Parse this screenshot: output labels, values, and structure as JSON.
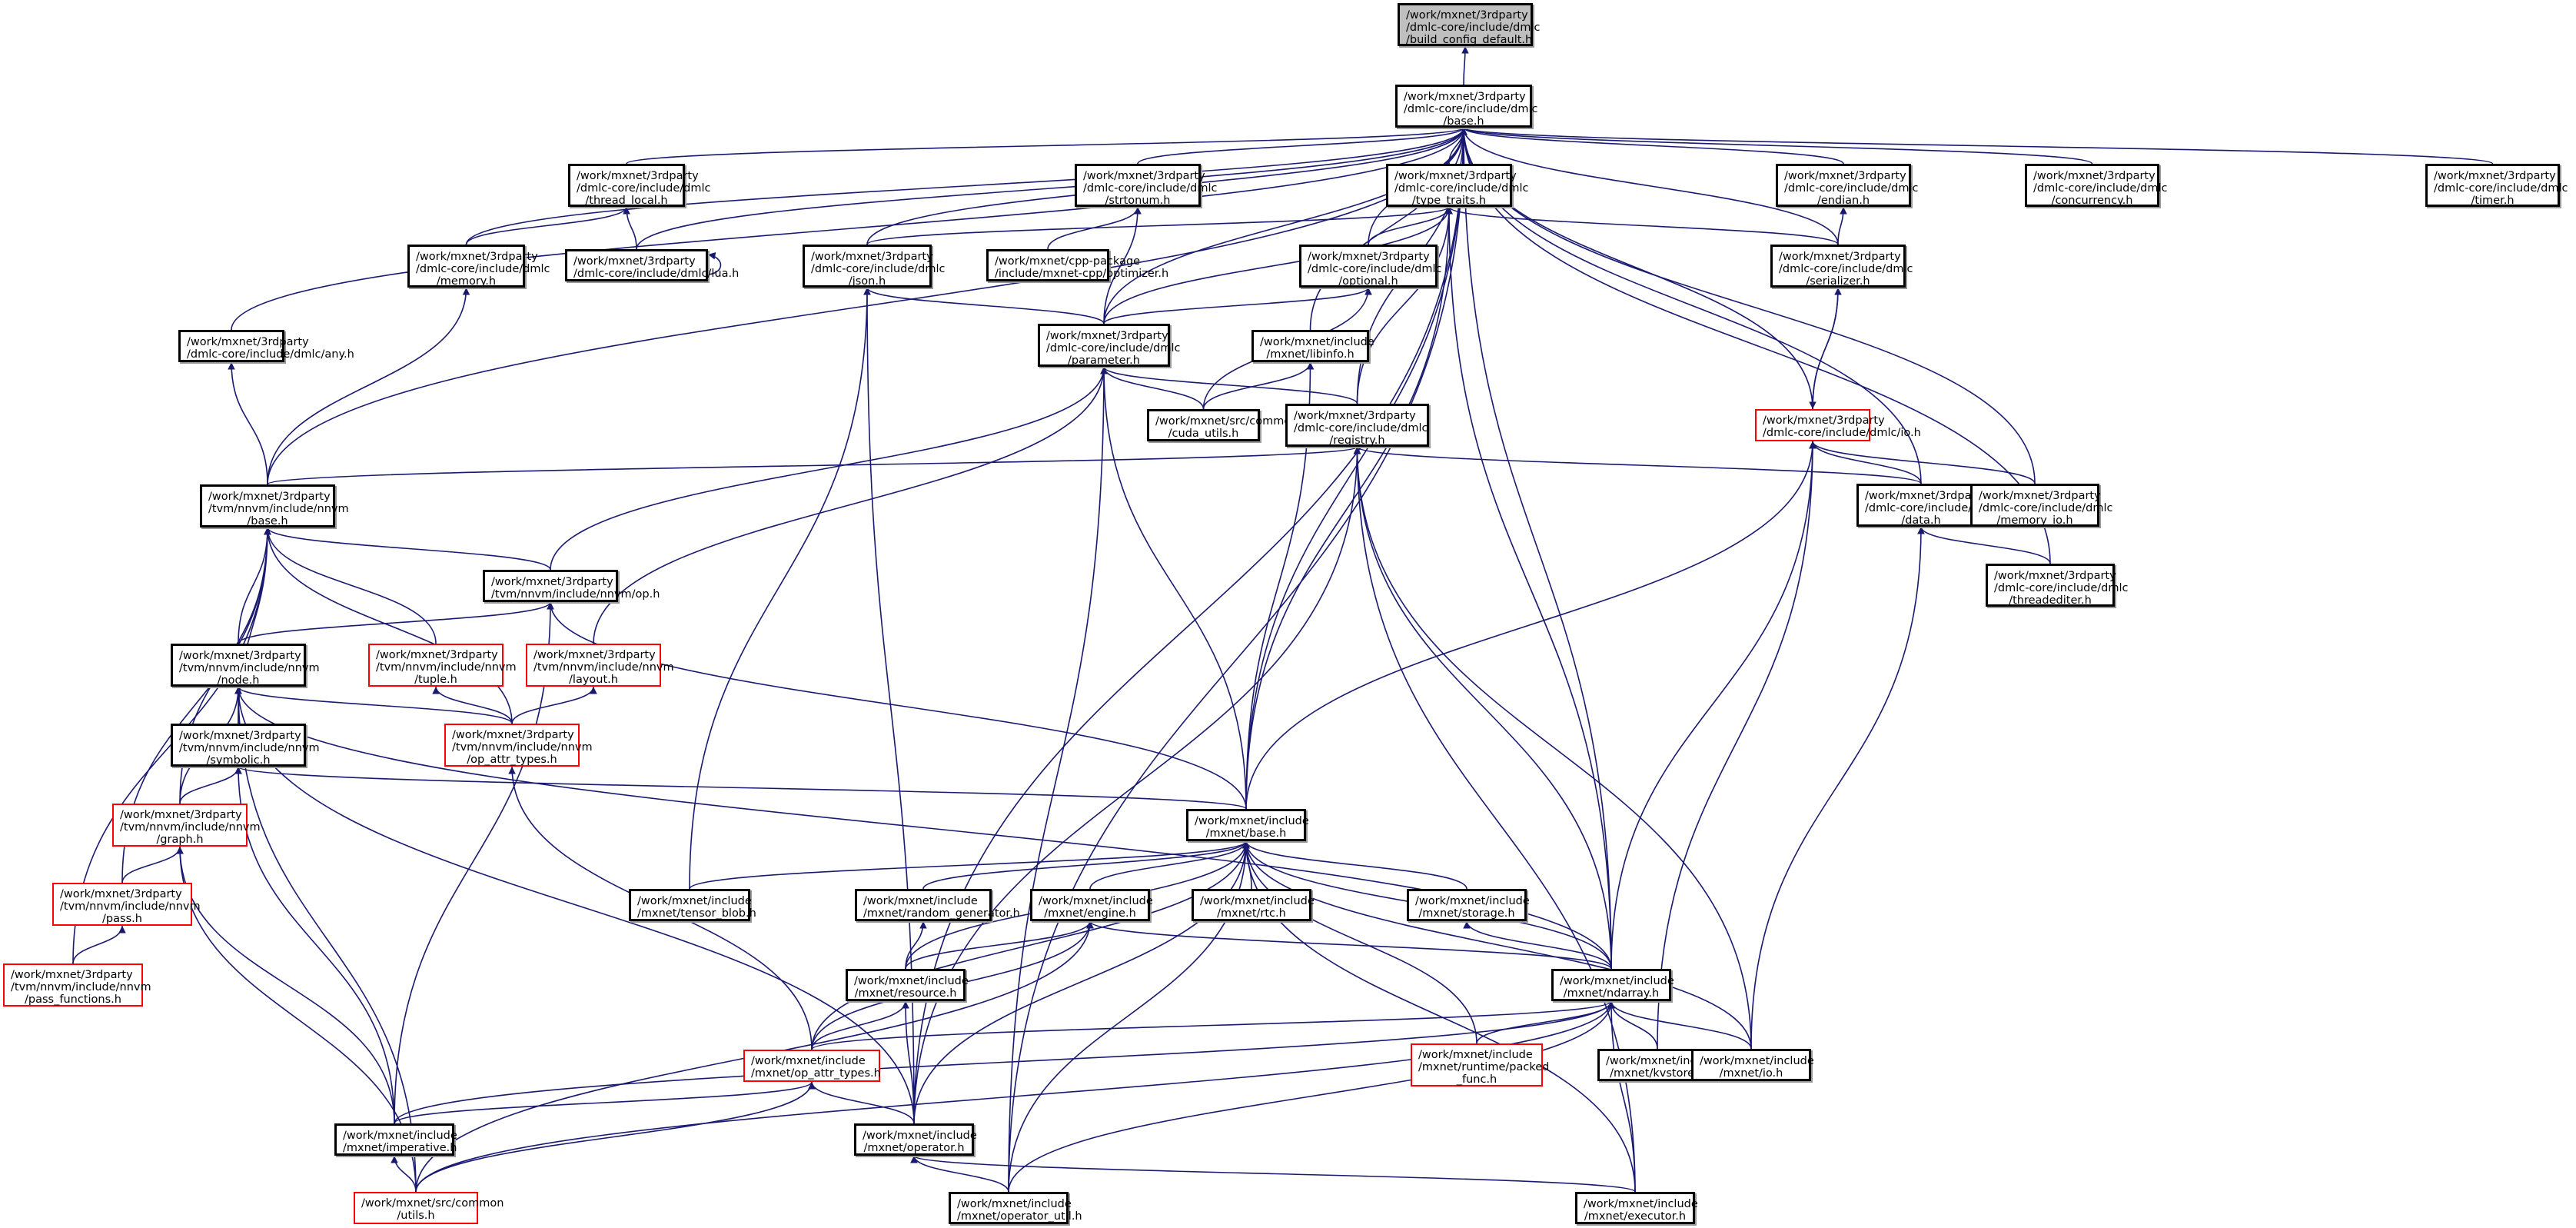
{
  "diagram": {
    "title": "Include dependency graph for build_config_default.h",
    "colors": {
      "edge": "#191970",
      "node_border": "#000000",
      "incomplete_node_border": "#ff0000",
      "root_fill": "#bfbfbf",
      "node_fill": "#ffffff"
    },
    "nodes": [
      {
        "id": "build_config_default",
        "lines": [
          "/work/mxnet/3rdparty",
          "/dmlc-core/include/dmlc",
          "/build_config_default.h"
        ],
        "root": true
      },
      {
        "id": "dmlc_base",
        "lines": [
          "/work/mxnet/3rdparty",
          "/dmlc-core/include/dmlc",
          "/base.h"
        ]
      },
      {
        "id": "thread_local",
        "lines": [
          "/work/mxnet/3rdparty",
          "/dmlc-core/include/dmlc",
          "/thread_local.h"
        ]
      },
      {
        "id": "strtonum",
        "lines": [
          "/work/mxnet/3rdparty",
          "/dmlc-core/include/dmlc",
          "/strtonum.h"
        ]
      },
      {
        "id": "type_traits",
        "lines": [
          "/work/mxnet/3rdparty",
          "/dmlc-core/include/dmlc",
          "/type_traits.h"
        ]
      },
      {
        "id": "endian",
        "lines": [
          "/work/mxnet/3rdparty",
          "/dmlc-core/include/dmlc",
          "/endian.h"
        ]
      },
      {
        "id": "concurrency",
        "lines": [
          "/work/mxnet/3rdparty",
          "/dmlc-core/include/dmlc",
          "/concurrency.h"
        ]
      },
      {
        "id": "timer",
        "lines": [
          "/work/mxnet/3rdparty",
          "/dmlc-core/include/dmlc",
          "/timer.h"
        ]
      },
      {
        "id": "memory",
        "lines": [
          "/work/mxnet/3rdparty",
          "/dmlc-core/include/dmlc",
          "/memory.h"
        ]
      },
      {
        "id": "lua",
        "lines": [
          "/work/mxnet/3rdparty",
          "/dmlc-core/include/dmlc/lua.h"
        ]
      },
      {
        "id": "json",
        "lines": [
          "/work/mxnet/3rdparty",
          "/dmlc-core/include/dmlc",
          "/json.h"
        ]
      },
      {
        "id": "optimizer",
        "lines": [
          "/work/mxnet/cpp-package",
          "/include/mxnet-cpp/optimizer.h"
        ]
      },
      {
        "id": "optional",
        "lines": [
          "/work/mxnet/3rdparty",
          "/dmlc-core/include/dmlc",
          "/optional.h"
        ]
      },
      {
        "id": "serializer",
        "lines": [
          "/work/mxnet/3rdparty",
          "/dmlc-core/include/dmlc",
          "/serializer.h"
        ]
      },
      {
        "id": "any",
        "lines": [
          "/work/mxnet/3rdparty",
          "/dmlc-core/include/dmlc/any.h"
        ]
      },
      {
        "id": "parameter",
        "lines": [
          "/work/mxnet/3rdparty",
          "/dmlc-core/include/dmlc",
          "/parameter.h"
        ]
      },
      {
        "id": "libinfo",
        "lines": [
          "/work/mxnet/include",
          "/mxnet/libinfo.h"
        ]
      },
      {
        "id": "cuda_utils",
        "lines": [
          "/work/mxnet/src/common",
          "/cuda_utils.h"
        ]
      },
      {
        "id": "registry",
        "lines": [
          "/work/mxnet/3rdparty",
          "/dmlc-core/include/dmlc",
          "/registry.h"
        ]
      },
      {
        "id": "dmlc_io",
        "lines": [
          "/work/mxnet/3rdparty",
          "/dmlc-core/include/dmlc/io.h"
        ],
        "incomplete": true
      },
      {
        "id": "nnvm_base",
        "lines": [
          "/work/mxnet/3rdparty",
          "/tvm/nnvm/include/nnvm",
          "/base.h"
        ]
      },
      {
        "id": "data",
        "lines": [
          "/work/mxnet/3rdparty",
          "/dmlc-core/include/dmlc",
          "/data.h"
        ]
      },
      {
        "id": "memory_io",
        "lines": [
          "/work/mxnet/3rdparty",
          "/dmlc-core/include/dmlc",
          "/memory_io.h"
        ]
      },
      {
        "id": "nnvm_op",
        "lines": [
          "/work/mxnet/3rdparty",
          "/tvm/nnvm/include/nnvm/op.h"
        ]
      },
      {
        "id": "threadediter",
        "lines": [
          "/work/mxnet/3rdparty",
          "/dmlc-core/include/dmlc",
          "/threadediter.h"
        ]
      },
      {
        "id": "nnvm_node",
        "lines": [
          "/work/mxnet/3rdparty",
          "/tvm/nnvm/include/nnvm",
          "/node.h"
        ]
      },
      {
        "id": "nnvm_tuple",
        "lines": [
          "/work/mxnet/3rdparty",
          "/tvm/nnvm/include/nnvm",
          "/tuple.h"
        ],
        "incomplete": true
      },
      {
        "id": "nnvm_layout",
        "lines": [
          "/work/mxnet/3rdparty",
          "/tvm/nnvm/include/nnvm",
          "/layout.h"
        ],
        "incomplete": true
      },
      {
        "id": "nnvm_symbolic",
        "lines": [
          "/work/mxnet/3rdparty",
          "/tvm/nnvm/include/nnvm",
          "/symbolic.h"
        ]
      },
      {
        "id": "nnvm_op_attr_types",
        "lines": [
          "/work/mxnet/3rdparty",
          "/tvm/nnvm/include/nnvm",
          "/op_attr_types.h"
        ],
        "incomplete": true
      },
      {
        "id": "nnvm_graph",
        "lines": [
          "/work/mxnet/3rdparty",
          "/tvm/nnvm/include/nnvm",
          "/graph.h"
        ],
        "incomplete": true
      },
      {
        "id": "mxnet_base",
        "lines": [
          "/work/mxnet/include",
          "/mxnet/base.h"
        ]
      },
      {
        "id": "nnvm_pass",
        "lines": [
          "/work/mxnet/3rdparty",
          "/tvm/nnvm/include/nnvm",
          "/pass.h"
        ],
        "incomplete": true
      },
      {
        "id": "tensor_blob",
        "lines": [
          "/work/mxnet/include",
          "/mxnet/tensor_blob.h"
        ]
      },
      {
        "id": "random_generator",
        "lines": [
          "/work/mxnet/include",
          "/mxnet/random_generator.h"
        ]
      },
      {
        "id": "engine",
        "lines": [
          "/work/mxnet/include",
          "/mxnet/engine.h"
        ]
      },
      {
        "id": "rtc",
        "lines": [
          "/work/mxnet/include",
          "/mxnet/rtc.h"
        ]
      },
      {
        "id": "storage",
        "lines": [
          "/work/mxnet/include",
          "/mxnet/storage.h"
        ]
      },
      {
        "id": "pass_functions",
        "lines": [
          "/work/mxnet/3rdparty",
          "/tvm/nnvm/include/nnvm",
          "/pass_functions.h"
        ],
        "incomplete": true
      },
      {
        "id": "resource",
        "lines": [
          "/work/mxnet/include",
          "/mxnet/resource.h"
        ]
      },
      {
        "id": "ndarray",
        "lines": [
          "/work/mxnet/include",
          "/mxnet/ndarray.h"
        ]
      },
      {
        "id": "op_attr_types",
        "lines": [
          "/work/mxnet/include",
          "/mxnet/op_attr_types.h"
        ],
        "incomplete": true
      },
      {
        "id": "packed_func",
        "lines": [
          "/work/mxnet/include",
          "/mxnet/runtime/packed",
          "_func.h"
        ],
        "incomplete": true
      },
      {
        "id": "kvstore",
        "lines": [
          "/work/mxnet/include",
          "/mxnet/kvstore.h"
        ]
      },
      {
        "id": "mxnet_io",
        "lines": [
          "/work/mxnet/include",
          "/mxnet/io.h"
        ]
      },
      {
        "id": "imperative",
        "lines": [
          "/work/mxnet/include",
          "/mxnet/imperative.h"
        ]
      },
      {
        "id": "operator",
        "lines": [
          "/work/mxnet/include",
          "/mxnet/operator.h"
        ]
      },
      {
        "id": "utils",
        "lines": [
          "/work/mxnet/src/common",
          "/utils.h"
        ],
        "incomplete": true
      },
      {
        "id": "operator_util",
        "lines": [
          "/work/mxnet/include",
          "/mxnet/operator_util.h"
        ]
      },
      {
        "id": "executor",
        "lines": [
          "/work/mxnet/include",
          "/mxnet/executor.h"
        ]
      }
    ],
    "edges": [
      [
        "dmlc_base",
        "build_config_default"
      ],
      [
        "thread_local",
        "dmlc_base"
      ],
      [
        "strtonum",
        "dmlc_base"
      ],
      [
        "type_traits",
        "dmlc_base"
      ],
      [
        "endian",
        "dmlc_base"
      ],
      [
        "concurrency",
        "dmlc_base"
      ],
      [
        "timer",
        "dmlc_base"
      ],
      [
        "memory",
        "dmlc_base"
      ],
      [
        "lua",
        "dmlc_base"
      ],
      [
        "json",
        "dmlc_base"
      ],
      [
        "optional",
        "dmlc_base"
      ],
      [
        "serializer",
        "dmlc_base"
      ],
      [
        "any",
        "dmlc_base"
      ],
      [
        "parameter",
        "dmlc_base"
      ],
      [
        "libinfo",
        "dmlc_base"
      ],
      [
        "registry",
        "dmlc_base"
      ],
      [
        "dmlc_io",
        "dmlc_base"
      ],
      [
        "nnvm_base",
        "dmlc_base"
      ],
      [
        "data",
        "dmlc_base"
      ],
      [
        "memory_io",
        "dmlc_base"
      ],
      [
        "threadediter",
        "dmlc_base"
      ],
      [
        "mxnet_base",
        "dmlc_base"
      ],
      [
        "ndarray",
        "dmlc_base"
      ],
      [
        "operator",
        "dmlc_base"
      ],
      [
        "operator_util",
        "dmlc_base"
      ],
      [
        "memory",
        "thread_local"
      ],
      [
        "lua",
        "thread_local"
      ],
      [
        "lua",
        "lua"
      ],
      [
        "optimizer",
        "strtonum"
      ],
      [
        "parameter",
        "strtonum"
      ],
      [
        "json",
        "type_traits"
      ],
      [
        "optional",
        "type_traits"
      ],
      [
        "serializer",
        "type_traits"
      ],
      [
        "parameter",
        "type_traits"
      ],
      [
        "registry",
        "type_traits"
      ],
      [
        "mxnet_base",
        "type_traits"
      ],
      [
        "ndarray",
        "type_traits"
      ],
      [
        "serializer",
        "endian"
      ],
      [
        "nnvm_base",
        "memory"
      ],
      [
        "nnvm_base",
        "any"
      ],
      [
        "parameter",
        "json"
      ],
      [
        "tensor_blob",
        "json"
      ],
      [
        "operator",
        "json"
      ],
      [
        "parameter",
        "optional"
      ],
      [
        "cuda_utils",
        "optional"
      ],
      [
        "dmlc_io",
        "serializer"
      ],
      [
        "serializer",
        "dmlc_io"
      ],
      [
        "cuda_utils",
        "parameter"
      ],
      [
        "registry",
        "parameter"
      ],
      [
        "nnvm_op",
        "parameter"
      ],
      [
        "nnvm_layout",
        "parameter"
      ],
      [
        "mxnet_base",
        "parameter"
      ],
      [
        "operator_util",
        "parameter"
      ],
      [
        "cuda_utils",
        "libinfo"
      ],
      [
        "mxnet_base",
        "libinfo"
      ],
      [
        "nnvm_base",
        "registry"
      ],
      [
        "data",
        "registry"
      ],
      [
        "ndarray",
        "registry"
      ],
      [
        "operator",
        "registry"
      ],
      [
        "mxnet_io",
        "registry"
      ],
      [
        "executor",
        "registry"
      ],
      [
        "data",
        "dmlc_io"
      ],
      [
        "memory_io",
        "dmlc_io"
      ],
      [
        "mxnet_base",
        "dmlc_io"
      ],
      [
        "ndarray",
        "dmlc_io"
      ],
      [
        "kvstore",
        "dmlc_io"
      ],
      [
        "threadediter",
        "data"
      ],
      [
        "mxnet_io",
        "data"
      ],
      [
        "nnvm_op",
        "nnvm_base"
      ],
      [
        "nnvm_node",
        "nnvm_base"
      ],
      [
        "nnvm_tuple",
        "nnvm_base"
      ],
      [
        "nnvm_symbolic",
        "nnvm_base"
      ],
      [
        "nnvm_op_attr_types",
        "nnvm_base"
      ],
      [
        "nnvm_graph",
        "nnvm_base"
      ],
      [
        "nnvm_pass",
        "nnvm_base"
      ],
      [
        "pass_functions",
        "nnvm_base"
      ],
      [
        "nnvm_node",
        "nnvm_op"
      ],
      [
        "mxnet_base",
        "nnvm_op"
      ],
      [
        "imperative",
        "nnvm_op"
      ],
      [
        "nnvm_symbolic",
        "nnvm_node"
      ],
      [
        "nnvm_graph",
        "nnvm_node"
      ],
      [
        "nnvm_op_attr_types",
        "nnvm_node"
      ],
      [
        "ndarray",
        "nnvm_node"
      ],
      [
        "operator",
        "nnvm_node"
      ],
      [
        "utils",
        "nnvm_node"
      ],
      [
        "nnvm_op_attr_types",
        "nnvm_tuple"
      ],
      [
        "nnvm_op_attr_types",
        "nnvm_layout"
      ],
      [
        "nnvm_graph",
        "nnvm_symbolic"
      ],
      [
        "imperative",
        "nnvm_symbolic"
      ],
      [
        "mxnet_base",
        "nnvm_symbolic"
      ],
      [
        "op_attr_types",
        "nnvm_op_attr_types"
      ],
      [
        "nnvm_pass",
        "nnvm_graph"
      ],
      [
        "imperative",
        "nnvm_graph"
      ],
      [
        "utils",
        "nnvm_graph"
      ],
      [
        "pass_functions",
        "nnvm_pass"
      ],
      [
        "tensor_blob",
        "mxnet_base"
      ],
      [
        "random_generator",
        "mxnet_base"
      ],
      [
        "engine",
        "mxnet_base"
      ],
      [
        "rtc",
        "mxnet_base"
      ],
      [
        "storage",
        "mxnet_base"
      ],
      [
        "resource",
        "mxnet_base"
      ],
      [
        "ndarray",
        "mxnet_base"
      ],
      [
        "op_attr_types",
        "mxnet_base"
      ],
      [
        "packed_func",
        "mxnet_base"
      ],
      [
        "mxnet_io",
        "mxnet_base"
      ],
      [
        "operator",
        "mxnet_base"
      ],
      [
        "operator_util",
        "mxnet_base"
      ],
      [
        "executor",
        "mxnet_base"
      ],
      [
        "resource",
        "random_generator"
      ],
      [
        "resource",
        "engine"
      ],
      [
        "op_attr_types",
        "engine"
      ],
      [
        "ndarray",
        "engine"
      ],
      [
        "utils",
        "engine"
      ],
      [
        "ndarray",
        "storage"
      ],
      [
        "op_attr_types",
        "resource"
      ],
      [
        "operator",
        "resource"
      ],
      [
        "op_attr_types",
        "ndarray"
      ],
      [
        "packed_func",
        "ndarray"
      ],
      [
        "kvstore",
        "ndarray"
      ],
      [
        "mxnet_io",
        "ndarray"
      ],
      [
        "imperative",
        "ndarray"
      ],
      [
        "utils",
        "ndarray"
      ],
      [
        "executor",
        "ndarray"
      ],
      [
        "operator_util",
        "ndarray"
      ],
      [
        "imperative",
        "op_attr_types"
      ],
      [
        "operator",
        "op_attr_types"
      ],
      [
        "utils",
        "op_attr_types"
      ],
      [
        "utils",
        "imperative"
      ],
      [
        "operator_util",
        "operator"
      ],
      [
        "executor",
        "operator"
      ]
    ]
  }
}
